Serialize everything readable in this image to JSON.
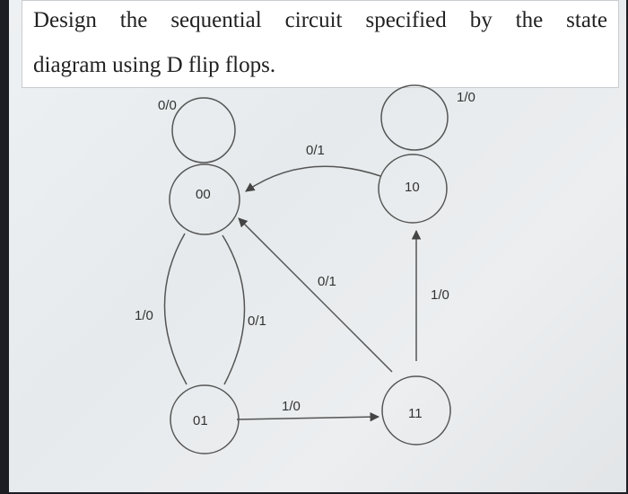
{
  "question": {
    "line1": "Design the sequential circuit specified by the state",
    "line2": "diagram using D flip flops."
  },
  "diagram": {
    "states": [
      {
        "id": "s00",
        "label": "00"
      },
      {
        "id": "s10",
        "label": "10"
      },
      {
        "id": "s01",
        "label": "01"
      },
      {
        "id": "s11",
        "label": "11"
      }
    ],
    "transitions": [
      {
        "id": "t00-self",
        "from": "00",
        "to": "00",
        "label": "0/0"
      },
      {
        "id": "t10-self",
        "from": "10",
        "to": "10",
        "label": "1/0"
      },
      {
        "id": "t10-00",
        "from": "10",
        "to": "00",
        "label": "0/1"
      },
      {
        "id": "t11-00",
        "from": "11",
        "to": "00",
        "label": "0/1"
      },
      {
        "id": "t11-10",
        "from": "11",
        "to": "10",
        "label": "1/0"
      },
      {
        "id": "t00-01",
        "from": "00",
        "to": "01",
        "label": "1/0"
      },
      {
        "id": "t01-00",
        "from": "01",
        "to": "00",
        "label": "0/1"
      },
      {
        "id": "t01-11",
        "from": "01",
        "to": "11",
        "label": "1/0"
      }
    ]
  }
}
